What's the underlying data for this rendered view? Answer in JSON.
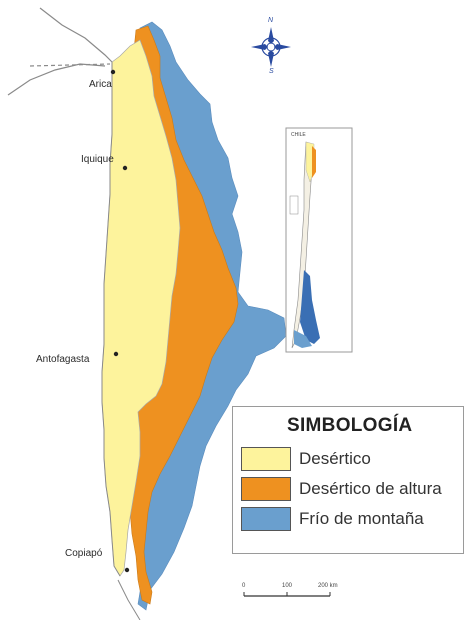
{
  "cities": [
    {
      "name": "Arica"
    },
    {
      "name": "Iquique"
    },
    {
      "name": "Antofagasta"
    },
    {
      "name": "Copiapó"
    }
  ],
  "legend": {
    "title": "SIMBOLOGÍA",
    "items": [
      {
        "label": "Desértico",
        "color": "#fdf39c"
      },
      {
        "label": "Desértico de altura",
        "color": "#ee9120"
      },
      {
        "label": "Frío de montaña",
        "color": "#6a9fce"
      }
    ]
  },
  "compass": {
    "north": "N",
    "south": "S"
  },
  "scale": {
    "ticks": [
      "0",
      "100",
      "200 km"
    ]
  },
  "inset": {
    "label": "CHILE"
  },
  "colors": {
    "desert": "#fdf39c",
    "high_desert": "#ee9120",
    "mountain_cold": "#6a9fce",
    "ocean": "#ffffff",
    "border": "#8a8a8a",
    "compass": "#2a4ba0"
  }
}
